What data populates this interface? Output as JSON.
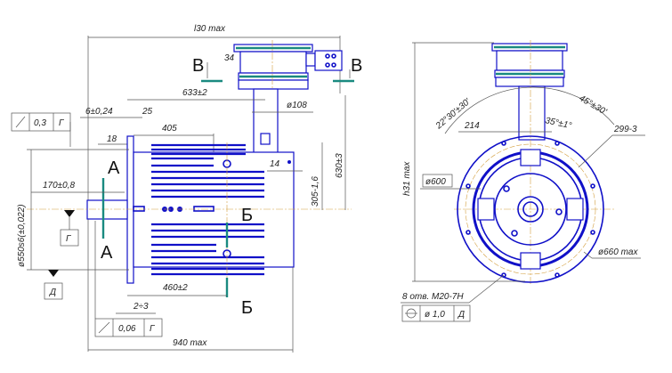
{
  "left_view": {
    "overall_length_top": "l30 max",
    "dim_34": "34",
    "section_v_left": "В",
    "section_v_right": "В",
    "dim_633": "633±2",
    "dim_d108": "ø108",
    "dim_6": "6±0,24",
    "dim_25": "25",
    "dim_405": "405",
    "tol_top": {
      "value": "0,3",
      "datum": "Г"
    },
    "dim_18": "18",
    "section_a_top": "А",
    "section_a_bottom": "А",
    "dim_170": "170±0,8",
    "dim_d550": "ø550s6(±0,022)",
    "dim_14": "14",
    "dim_305": "305-1,6",
    "dim_630": "630±3",
    "datum_g": "Г",
    "datum_d": "Д",
    "section_b_top": "Б",
    "section_b_bottom": "Б",
    "dim_460": "460±2",
    "dim_2_3": "2÷3",
    "tol_bottom": {
      "value": "0,06",
      "datum": "Г"
    },
    "overall_length": "940 max"
  },
  "right_view": {
    "height": "h31 max",
    "angle_22": "22°30'±30'",
    "dim_214": "214",
    "angle_35": "35°±1°",
    "angle_45": "45°±30'",
    "dim_299": "299-3",
    "dim_d600": "ø600",
    "dim_d660": "ø660 max",
    "holes": "8 отв. M20-7H",
    "position_tol": {
      "value": "ø 1,0",
      "datum": "Д"
    }
  }
}
